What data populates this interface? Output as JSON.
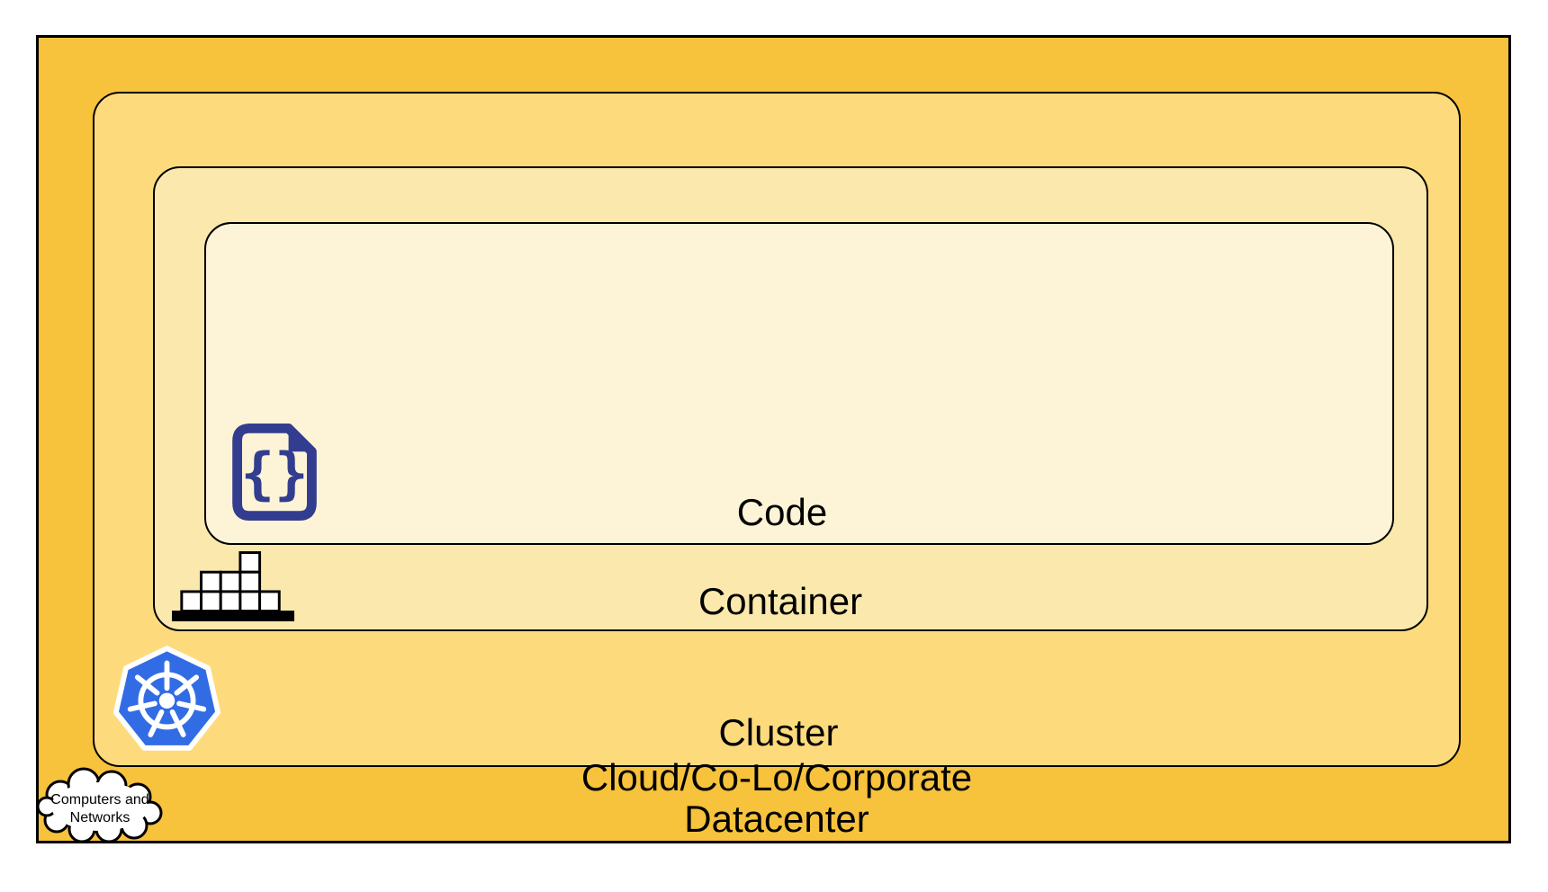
{
  "diagram": {
    "title": "Kubernetes deployment abstraction layers",
    "labels": {
      "code": "Code",
      "container": "Container",
      "cluster": "Cluster",
      "datacenter_line1": "Cloud/Co-Lo/Corporate",
      "datacenter_line2": "Datacenter",
      "cloud_line1": "Computers and",
      "cloud_line2": "Networks",
      "code_glyph": "{}"
    },
    "colors": {
      "datacenter_fill": "#F7C23C",
      "cluster_fill": "#FDDB7D",
      "container_fill": "#FBE8AC",
      "code_fill": "#FDF4D7",
      "outline": "#000000",
      "label_text": "#000000",
      "code_icon_navy": "#333D8F",
      "kubernetes_blue": "#326CE5",
      "icon_white": "#FFFFFF"
    },
    "icons": [
      {
        "name": "code-file-icon",
        "layer": "code"
      },
      {
        "name": "stacked-containers-icon",
        "layer": "container"
      },
      {
        "name": "kubernetes-helm-icon",
        "layer": "cluster"
      },
      {
        "name": "cloud-icon",
        "layer": "datacenter"
      }
    ]
  }
}
